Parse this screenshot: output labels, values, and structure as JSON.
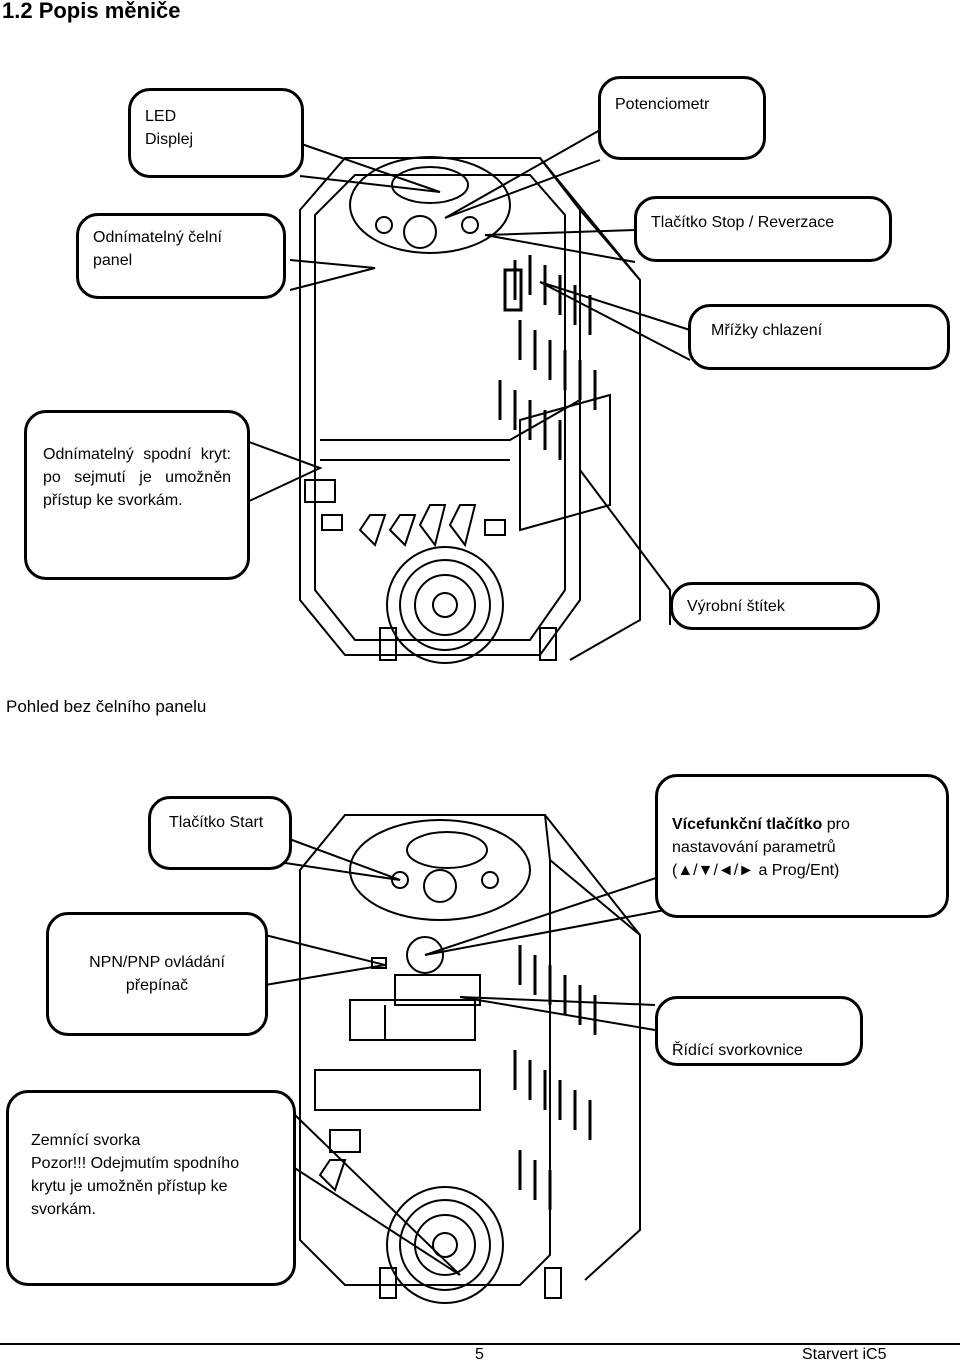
{
  "section_title": "1.2 Popis měniče",
  "top_view": {
    "led_display": [
      "LED",
      "Displej"
    ],
    "potentiometer": "Potenciometr",
    "detachable_front_panel": [
      "Odnímatelný čelní",
      "panel"
    ],
    "stop_reverse_button": "Tlačítko Stop / Reverzace",
    "cooling_grilles": "Mřížky chlazení",
    "bottom_cover": "Odnímatelný spodní kryt: po sejmutí je umožněn přístup ke svorkám.",
    "nameplate": "Výrobní štítek"
  },
  "subtitle": "Pohled bez čelního panelu",
  "bottom_view": {
    "start_button": "Tlačítko Start",
    "multifunction_bold": "Vícefunkční tlačítko",
    "multifunction_rest1": "pro",
    "multifunction_line2": "nastavování parametrů",
    "multifunction_line3": "(▲/▼/◄/► a Prog/Ent)",
    "npn_pnp_switch": [
      "NPN/PNP ovládání",
      "přepínač"
    ],
    "control_terminal": "Řídící svorkovnice",
    "ground_terminal": [
      "Zemnící svorka",
      "Pozor!!! Odejmutím spodního",
      "krytu je umožněn přístup ke",
      "svorkám."
    ]
  },
  "footer": {
    "page_number": "5",
    "product": "Starvert iC5"
  }
}
